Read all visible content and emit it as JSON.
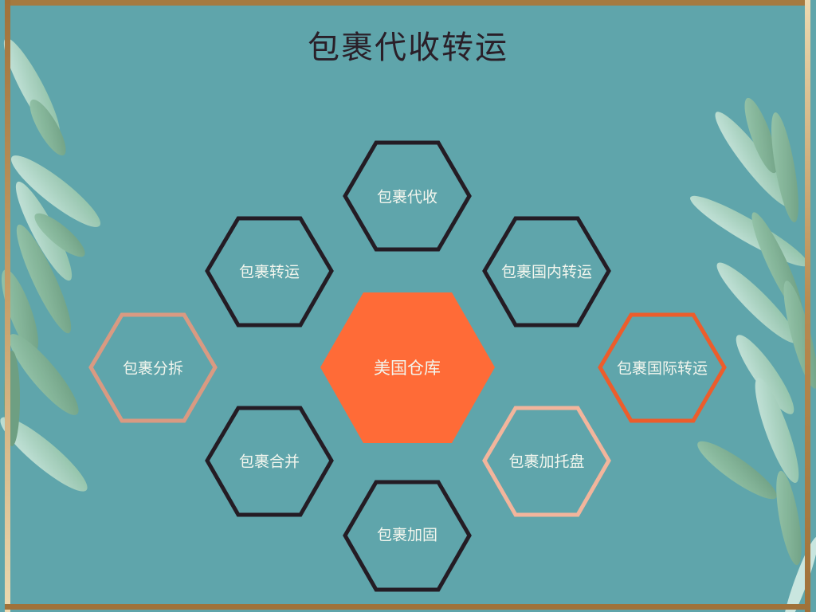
{
  "title": "包裹代收转运",
  "colors": {
    "background": "#5fa5ab",
    "frame_dark": "#a0723a",
    "frame_light": "#ecd9b0",
    "hex_dark_stroke": "#241c24",
    "hex_salmon_stroke": "#d99a82",
    "hex_peach_stroke": "#f2b59c",
    "hex_orange_stroke": "#ec5d2c",
    "center_fill": "#ff6b37",
    "label_text": "#f3f6ee",
    "title_text": "#2a1f28"
  },
  "center": {
    "label": "美国仓库"
  },
  "nodes": [
    {
      "id": "top",
      "label": "包裹代收"
    },
    {
      "id": "upper-left",
      "label": "包裹转运"
    },
    {
      "id": "upper-right",
      "label": "包裹国内转运"
    },
    {
      "id": "left",
      "label": "包裹分拆"
    },
    {
      "id": "right",
      "label": "包裹国际转运"
    },
    {
      "id": "lower-left",
      "label": "包裹合并"
    },
    {
      "id": "lower-right",
      "label": "包裹加托盘"
    },
    {
      "id": "bottom",
      "label": "包裹加固"
    }
  ]
}
